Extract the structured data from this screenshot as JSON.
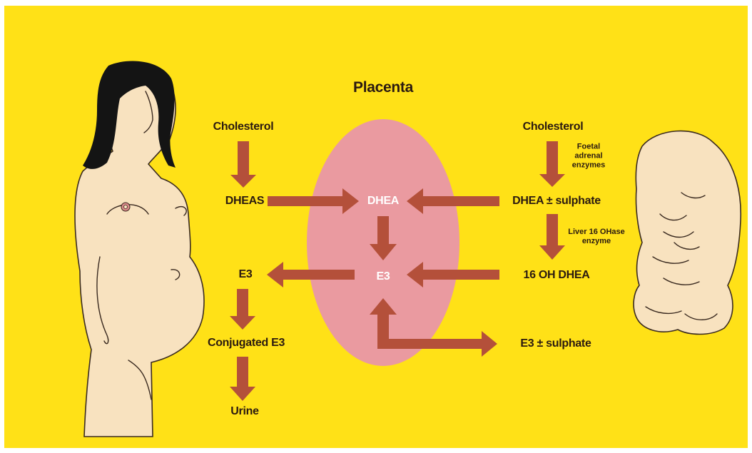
{
  "title": "Placenta",
  "colors": {
    "background": "#FFE117",
    "placenta": "#EA9AA0",
    "arrow": "#B4503A",
    "skin": "#F8E2BF",
    "hair": "#141414",
    "outline": "#3A2A20",
    "text": "#2B1A10",
    "inside_text": "#FFFFFF"
  },
  "maternal": {
    "cholesterol": "Cholesterol",
    "dheas": "DHEAS",
    "e3": "E3",
    "conjugated_e3": "Conjugated E3",
    "urine": "Urine"
  },
  "placenta": {
    "dhea": "DHEA",
    "e3": "E3"
  },
  "foetal": {
    "cholesterol": "Cholesterol",
    "enzyme_note_1": [
      "Foetal",
      "adrenal",
      "enzymes"
    ],
    "dhea_sulphate": "DHEA ± sulphate",
    "enzyme_note_2": [
      "Liver 16 OHase",
      "enzyme"
    ],
    "oh_dhea": "16 OH DHEA",
    "e3_sulphate": "E3 ± sulphate"
  },
  "icons": [
    "pregnant-woman-icon",
    "foetus-icon"
  ]
}
